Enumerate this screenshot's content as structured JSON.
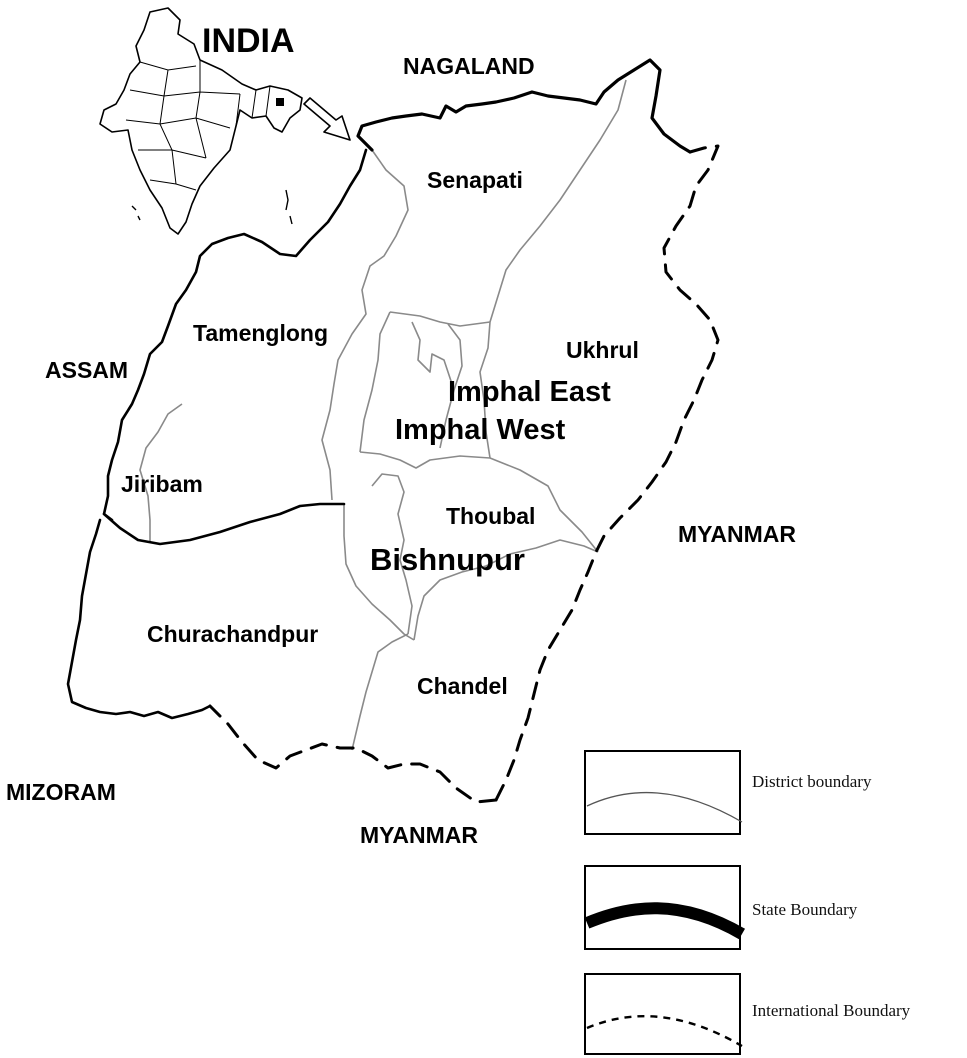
{
  "title": "INDIA",
  "neighbors": {
    "nagaland": "NAGALAND",
    "assam": "ASSAM",
    "myanmar_east": "MYANMAR",
    "myanmar_south": "MYANMAR",
    "mizoram": "MIZORAM"
  },
  "districts": {
    "senapati": "Senapati",
    "tamenglong": "Tamenglong",
    "ukhrul": "Ukhrul",
    "imphal_east": "Imphal East",
    "imphal_west": "Imphal West",
    "jiribam": "Jiribam",
    "thoubal": "Thoubal",
    "bishnupur": "Bishnupur",
    "churachandpur": "Churachandpur",
    "chandel": "Chandel"
  },
  "legend": {
    "district": "District boundary",
    "state": "State Boundary",
    "international": "International Boundary"
  },
  "colors": {
    "district_line": "#8a8a8a",
    "state_line": "#000000",
    "international_line": "#000000"
  }
}
